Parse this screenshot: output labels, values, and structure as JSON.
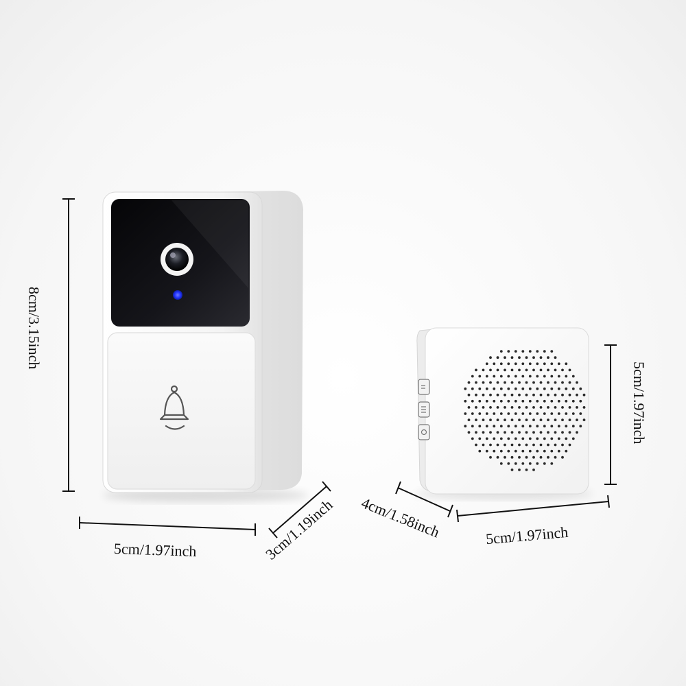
{
  "dimensions": {
    "doorbell_height": "8cm/3.15inch",
    "doorbell_width": "5cm/1.97inch",
    "doorbell_depth": "3cm/1.19inch",
    "chime_depth": "4cm/1.58inch",
    "chime_width": "5cm/1.97inch",
    "chime_height": "5cm/1.97inch"
  },
  "colors": {
    "device_body": "#f7f7f7",
    "camera_panel": "#0d0d10",
    "indicator_led": "#2233ff",
    "line": "#111111"
  },
  "icons": {
    "button_icon": "bell-icon"
  }
}
